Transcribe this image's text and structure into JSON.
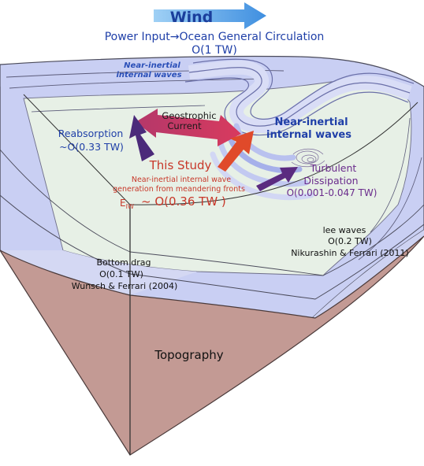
{
  "header": {
    "wind_label": "Wind",
    "power_input": "Power Input→Ocean General Circulation",
    "power_value": "O(1 TW)"
  },
  "labels": {
    "near_inertial_top_1": "Near-inertial",
    "near_inertial_top_2": "internal waves",
    "geostrophic_1": "Geostrophic",
    "geostrophic_2": "Current",
    "near_inertial_main_1": "Near-inertial",
    "near_inertial_main_2": "internal waves",
    "reabsorption_1": "Reabsorption",
    "reabsorption_2": "~O(0.33 TW)",
    "this_study": "This Study",
    "study_desc_1": "Near-inertial internal wave",
    "study_desc_2": "generation from meandering fronts",
    "eiw_symbol": "E",
    "eiw_sub": "IW",
    "eiw_value": "~ O(0.36 TW )",
    "turbulent_1": "Turbulent",
    "turbulent_2": "Dissipation",
    "turbulent_3": "O(0.001-0.047 TW)",
    "lee_1": "lee waves",
    "lee_2": "O(0.2 TW)",
    "lee_3": "Nikurashin & Ferrari (2011)",
    "bottom_1": "Bottom drag",
    "bottom_2": "O(0.1 TW)",
    "bottom_3": "Wunsch & Ferrari (2004)",
    "topography": "Topography"
  },
  "colors": {
    "wind_arrow": "#5aa2e6",
    "title_blue": "#1f3fa8",
    "this_study_red": "#c8382a",
    "turbulent_purple": "#6a2b8c",
    "geostrophic_magenta": "#c7406a",
    "reabsorption_purple": "#4b2a7a",
    "topography_fill": "#c39a94",
    "ocean_light": "#e8f1e8",
    "ocean_blue": "#c9cff3"
  }
}
